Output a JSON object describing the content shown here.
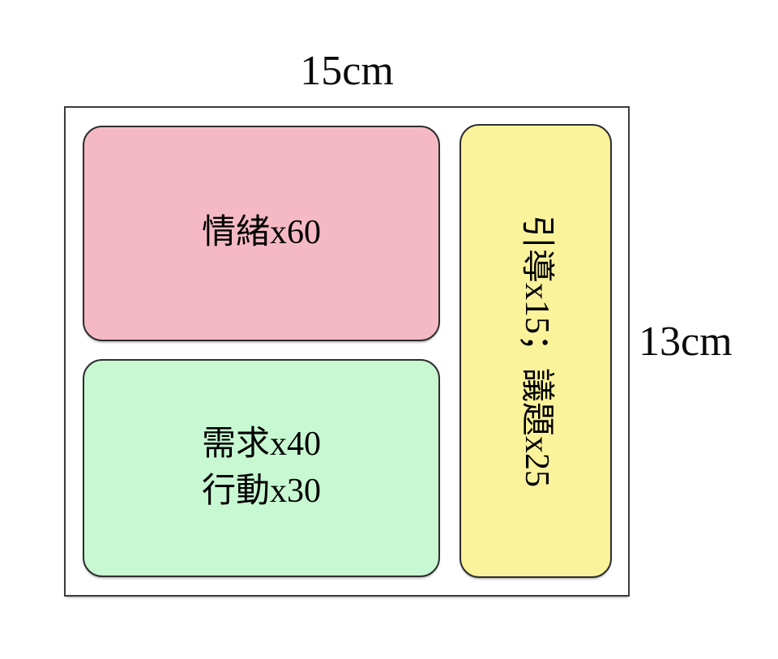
{
  "diagram": {
    "width_label": "15cm",
    "height_label": "13cm",
    "frame": {
      "border_color": "#3b3b3b",
      "background": "#ffffff"
    },
    "cards": [
      {
        "id": "emotion",
        "label": "情緒x60",
        "fill": "#F5B9C5",
        "orientation": "horizontal"
      },
      {
        "id": "need-action",
        "lines": [
          "需求x40",
          "行動x30"
        ],
        "fill": "#C7F8D2",
        "orientation": "horizontal"
      },
      {
        "id": "guide-topic",
        "label": "引導x15；議題x25",
        "fill": "#FBF29C",
        "orientation": "vertical"
      }
    ]
  }
}
